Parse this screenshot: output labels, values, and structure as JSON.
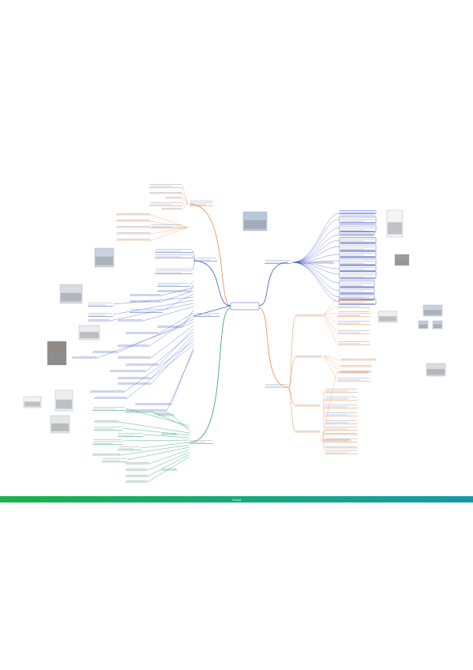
{
  "central_topic": "",
  "footer": {
    "label": "Xmind"
  },
  "colors": {
    "orange": "#ef8a45",
    "blue": "#3f56c8",
    "green": "#21a768",
    "light_orange": "#f4a46a",
    "footer_start": "#1bb24a",
    "footer_end": "#1597a8"
  },
  "branches": [
    {
      "name": "upper-left-orange",
      "color": "orange",
      "nodes": 10
    },
    {
      "name": "left-blue",
      "color": "blue",
      "nodes": 28
    },
    {
      "name": "lower-left-green",
      "color": "green",
      "nodes": 14
    },
    {
      "name": "upper-right-blue",
      "color": "blue",
      "nodes": 14
    },
    {
      "name": "lower-right-orange",
      "color": "orange",
      "nodes": 22
    }
  ]
}
